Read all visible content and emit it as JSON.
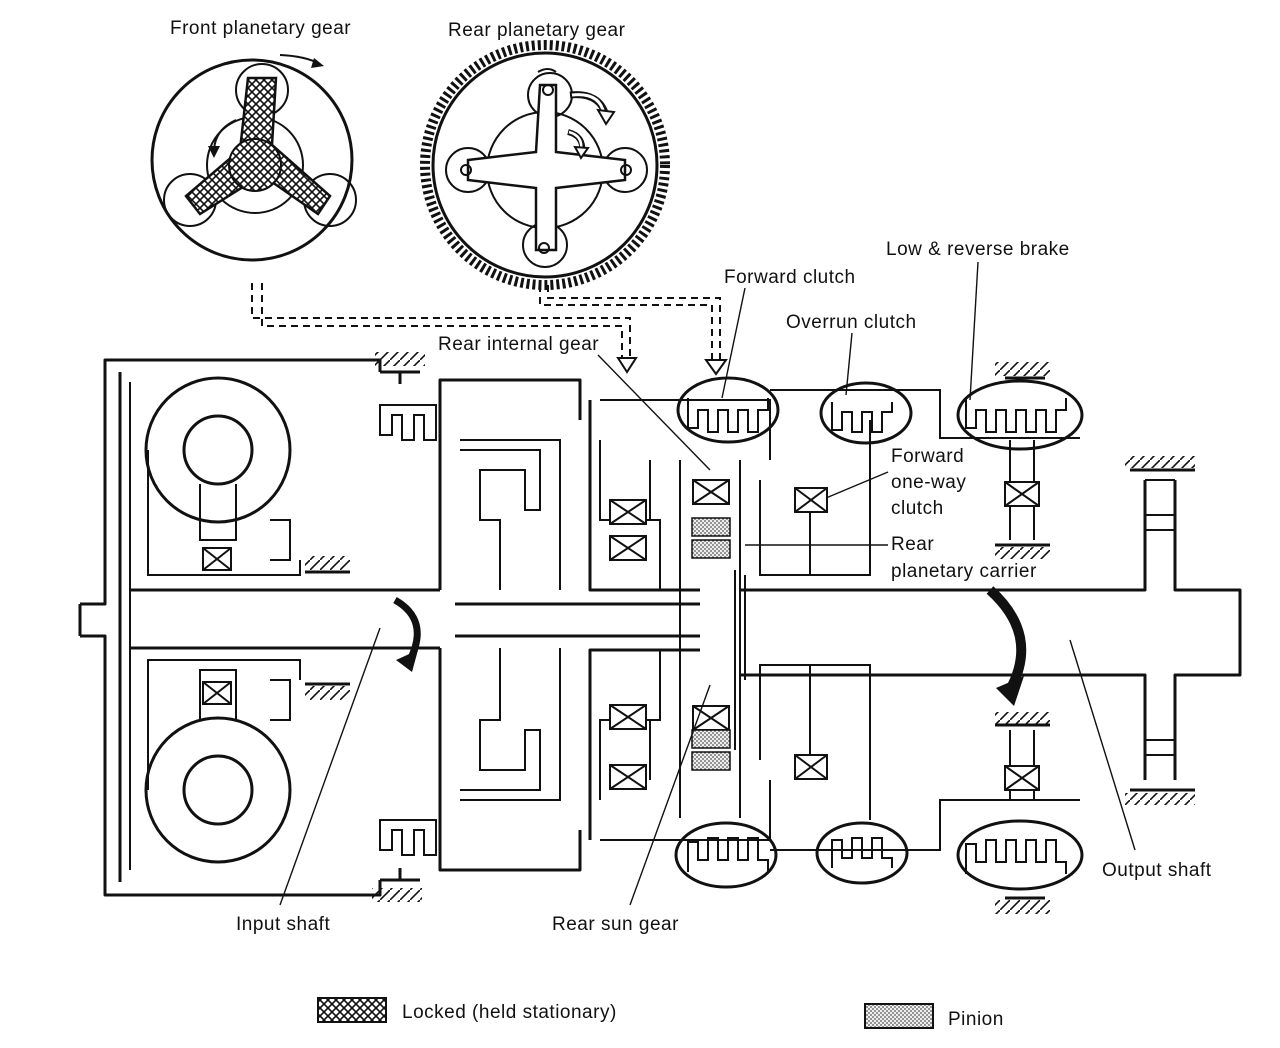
{
  "labels": {
    "front_planetary_gear": "Front planetary gear",
    "rear_planetary_gear": "Rear planetary gear",
    "low_reverse_brake": "Low & reverse brake",
    "forward_clutch": "Forward clutch",
    "overrun_clutch": "Overrun clutch",
    "rear_internal_gear": "Rear internal gear",
    "forward_one_way_clutch": [
      "Forward",
      "one-way",
      "clutch"
    ],
    "rear_planetary_carrier": [
      "Rear",
      "planetary carrier"
    ],
    "input_shaft": "Input shaft",
    "output_shaft": "Output shaft",
    "rear_sun_gear": "Rear sun gear"
  },
  "legend": {
    "locked": "Locked (held stationary)",
    "pinion": "Pinion"
  }
}
